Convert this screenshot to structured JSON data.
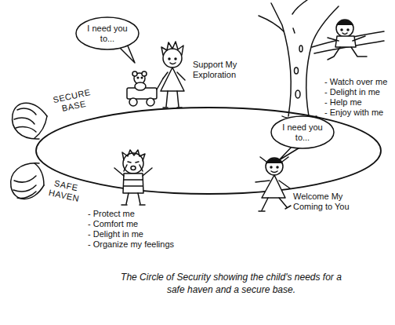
{
  "diagram": {
    "caption": "The Circle of Security showing the child's needs for a safe haven and a secure base.",
    "nodes": [
      {
        "text": [
          "I need you to..."
        ]
      },
      {
        "text": [
          "I need you to..."
        ]
      }
    ],
    "labels": [
      "Support My Exploration",
      "- Watch over me",
      "- Delight in me",
      "- Help me",
      "- Enjoy with me",
      "SECURE BASE",
      "SAFE HAVEN",
      "Welcome My Coming to You",
      "- Protect me",
      "- Comfort me",
      "- Delight in me",
      "- Organize my feelings"
    ]
  }
}
